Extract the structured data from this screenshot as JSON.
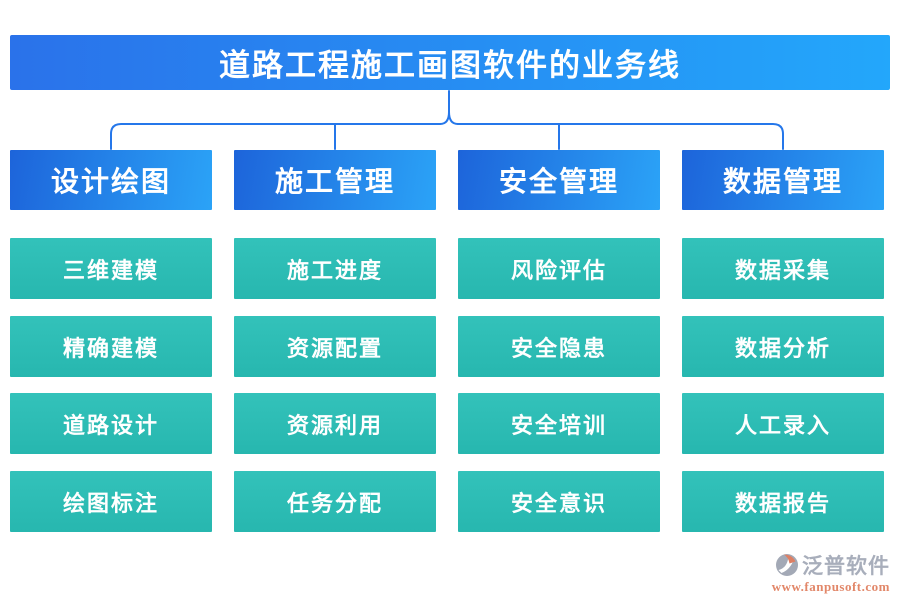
{
  "title": "道路工程施工画图软件的业务线",
  "columns": [
    {
      "header": "设计绘图",
      "items": [
        "三维建模",
        "精确建模",
        "道路设计",
        "绘图标注"
      ]
    },
    {
      "header": "施工管理",
      "items": [
        "施工进度",
        "资源配置",
        "资源利用",
        "任务分配"
      ]
    },
    {
      "header": "安全管理",
      "items": [
        "风险评估",
        "安全隐患",
        "安全培训",
        "安全意识"
      ]
    },
    {
      "header": "数据管理",
      "items": [
        "数据采集",
        "数据分析",
        "人工录入",
        "数据报告"
      ]
    }
  ],
  "watermark": {
    "brand": "泛普软件",
    "url": "www.fanpusoft.com"
  },
  "colors": {
    "banner_gradient_start": "#2a72ea",
    "banner_gradient_end": "#23a7fb",
    "header_gradient_start": "#1d64da",
    "header_gradient_end": "#2ba3f7",
    "item_teal": "#2abcb4",
    "connector_blue": "#2577ea",
    "brand_gray": "#9aa0b0",
    "brand_orange": "#dd7350"
  }
}
